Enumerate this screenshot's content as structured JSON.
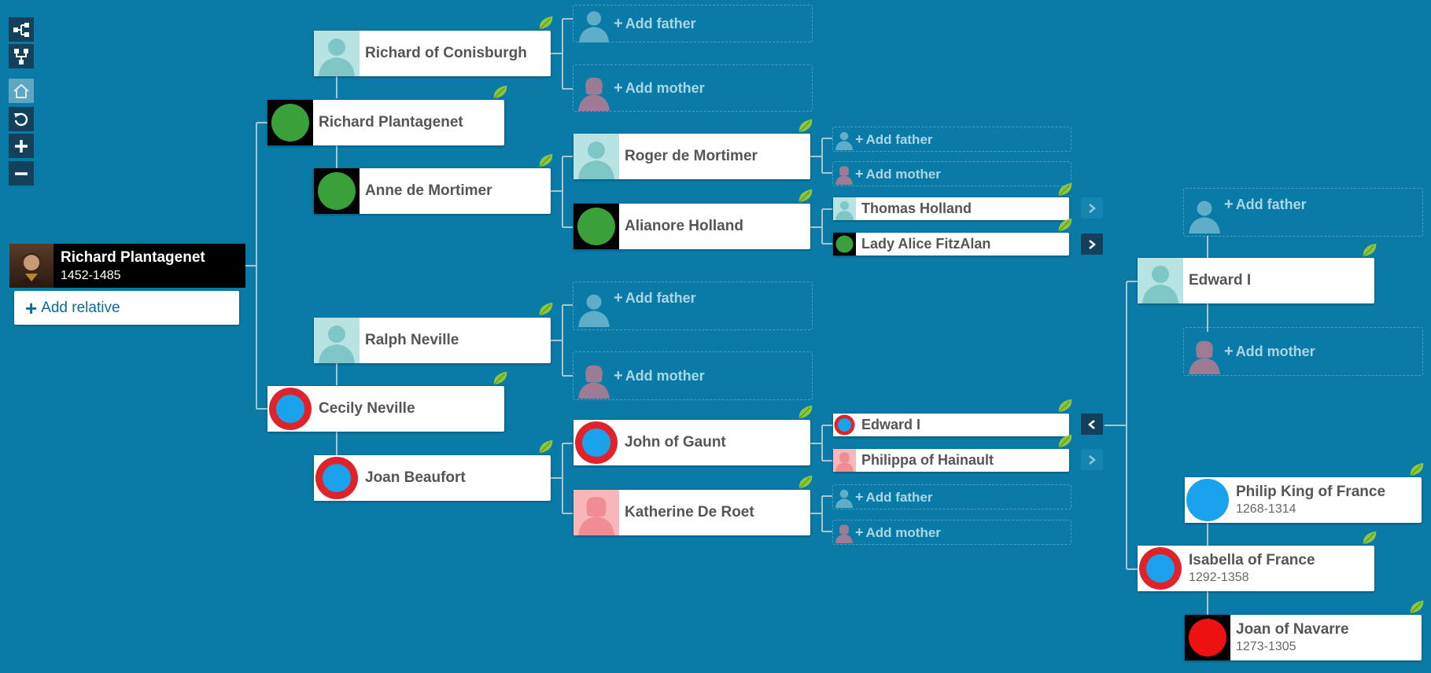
{
  "toolbar": {
    "tree_view": "tree-view-icon",
    "fan_view": "fork-view-icon",
    "home": "home-icon",
    "reset": "reset-icon",
    "zoom_in": "zoom-in-icon",
    "zoom_out": "zoom-out-icon"
  },
  "colors": {
    "background": "#0a7aa6",
    "leaf": "#8cc63f",
    "male_silhouette": "#b7e3e3",
    "female_silhouette": "#f8b6b9"
  },
  "root": {
    "name": "Richard Plantagenet",
    "dates": "1452-1485",
    "add_relative_label": "Add relative"
  },
  "people": {
    "richard_conisburgh": {
      "name": "Richard of Conisburgh"
    },
    "richard_plantagenet_father": {
      "name": "Richard Plantagenet"
    },
    "anne_mortimer": {
      "name": "Anne de Mortimer"
    },
    "roger_mortimer": {
      "name": "Roger de Mortimer"
    },
    "alianore_holland": {
      "name": "Alianore Holland"
    },
    "thomas_holland": {
      "name": "Thomas Holland"
    },
    "lady_alice": {
      "name": "Lady Alice FitzAlan"
    },
    "ralph_neville": {
      "name": "Ralph Neville"
    },
    "cecily_neville": {
      "name": "Cecily Neville"
    },
    "joan_beaufort": {
      "name": "Joan Beaufort"
    },
    "john_gaunt": {
      "name": "John of Gaunt"
    },
    "katherine_roet": {
      "name": "Katherine De Roet"
    },
    "edward_small": {
      "name": "Edward I"
    },
    "philippa": {
      "name": "Philippa of Hainault"
    },
    "edward_big": {
      "name": "Edward I"
    },
    "philip": {
      "name": "Philip King of France",
      "dates": "1268-1314"
    },
    "isabella": {
      "name": "Isabella of France",
      "dates": "1292-1358"
    },
    "joan_navarre": {
      "name": "Joan of Navarre",
      "dates": "1273-1305"
    }
  },
  "ghosts": {
    "add_father": "Add father",
    "add_mother": "Add mother"
  },
  "nav": {
    "expand": ">",
    "collapse": "<"
  }
}
